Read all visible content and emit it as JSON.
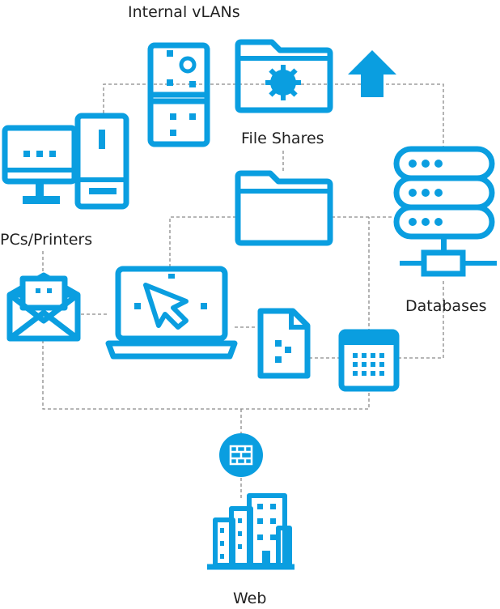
{
  "colors": {
    "accent": "#0a9ee0",
    "connector": "#8a8a8a",
    "text": "#222222"
  },
  "labels": {
    "internal_vlans": "Internal vLANs",
    "file_shares": "File Shares",
    "pcs_printers": "PCs/Printers",
    "databases": "Databases",
    "web": "Web"
  },
  "nodes": [
    {
      "id": "internal-vlans",
      "icon": "tower-pc-icon"
    },
    {
      "id": "file-shares",
      "icon": "shared-folder-icon"
    },
    {
      "id": "upload",
      "icon": "up-arrow-icon"
    },
    {
      "id": "pcs-printers",
      "icon": "desktop-pc-icon"
    },
    {
      "id": "folder",
      "icon": "folder-icon"
    },
    {
      "id": "databases",
      "icon": "server-stack-icon"
    },
    {
      "id": "email",
      "icon": "envelope-icon"
    },
    {
      "id": "laptop",
      "icon": "laptop-cursor-icon"
    },
    {
      "id": "document",
      "icon": "document-icon"
    },
    {
      "id": "calendar",
      "icon": "calendar-icon"
    },
    {
      "id": "firewall",
      "icon": "firewall-icon"
    },
    {
      "id": "web",
      "icon": "city-buildings-icon"
    }
  ]
}
